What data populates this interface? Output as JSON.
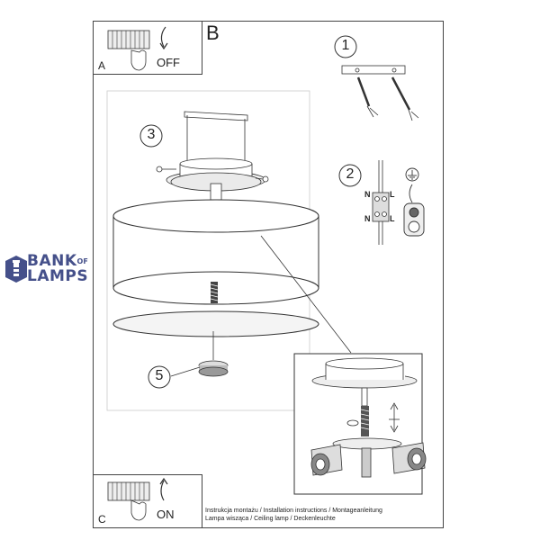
{
  "labels": {
    "a": "A",
    "b": "B",
    "c": "C",
    "off": "OFF",
    "on": "ON",
    "step1": "1",
    "step2": "2",
    "step3": "3",
    "step5": "5",
    "n_top": "N",
    "l_top": "L",
    "n_bottom": "N",
    "l_bottom": "L"
  },
  "logo": {
    "line1": "BANK",
    "of": "OF",
    "line2": "LAMPS",
    "color": "#45508a"
  },
  "footer": {
    "line1": "Instrukcja montażu / Installation instructions / Montageanleitung",
    "line2": "Lampa wisząca / Ceiling lamp / Deckenleuchte"
  },
  "icons": [
    "switch-panel-icon",
    "hand-icon",
    "curved-arrow-icon",
    "ground-symbol-icon",
    "lighthouse-icon"
  ]
}
